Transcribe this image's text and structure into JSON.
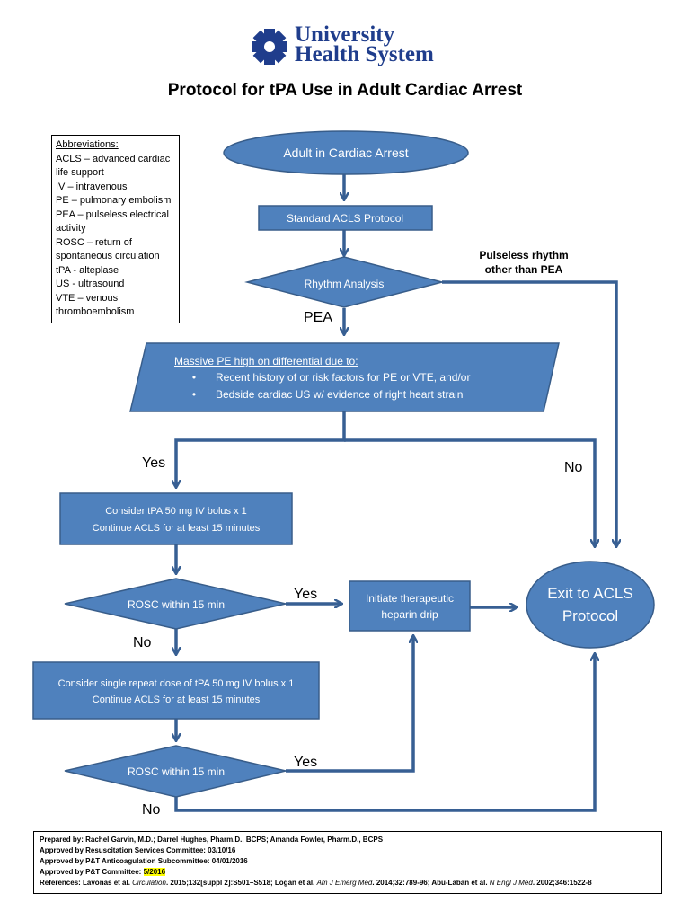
{
  "logo": {
    "line1": "University",
    "line2": "Health System",
    "color": "#1f3d8c"
  },
  "title": "Protocol for tPA Use in Adult Cardiac Arrest",
  "abbreviations": {
    "heading": "Abbreviations:",
    "items": [
      "ACLS – advanced cardiac life support",
      "IV – intravenous",
      "PE – pulmonary embolism",
      "PEA – pulseless electrical activity",
      "ROSC – return of spontaneous circulation",
      "tPA - alteplase",
      "US - ultrasound",
      "VTE – venous thromboembolism"
    ]
  },
  "colors": {
    "shape_fill": "#4f81bd",
    "shape_stroke": "#385d8a",
    "arrow": "#375f93"
  },
  "flow": {
    "start": "Adult in Cardiac Arrest",
    "acls": "Standard ACLS Protocol",
    "rhythm": "Rhythm Analysis",
    "pulseless_label_1": "Pulseless rhythm",
    "pulseless_label_2": "other than PEA",
    "pea_label": "PEA",
    "massive_pe_heading": "Massive PE high on differential due to:",
    "massive_pe_bullets": [
      "Recent history of or risk factors for PE or VTE, and/or",
      "Bedside cardiac US w/ evidence of right heart strain"
    ],
    "yes1": "Yes",
    "no1": "No",
    "tpa1_line1": "Consider tPA 50 mg IV bolus x 1",
    "tpa1_line2": "Continue ACLS for at least 15 minutes",
    "rosc1": "ROSC within 15 min",
    "yes2": "Yes",
    "no2": "No",
    "heparin_line1": "Initiate therapeutic",
    "heparin_line2": "heparin drip",
    "exit_line1": "Exit to ACLS",
    "exit_line2": "Protocol",
    "tpa2_line1": "Consider single repeat dose of tPA 50 mg IV bolus x 1",
    "tpa2_line2": "Continue ACLS for at least 15 minutes",
    "rosc2": "ROSC within 15 min",
    "yes3": "Yes",
    "no3": "No"
  },
  "footer": {
    "prepared": "Prepared by: Rachel Garvin, M.D.; Darrel Hughes, Pharm.D., BCPS; Amanda Fowler, Pharm.D., BCPS",
    "approved1": "Approved by Resuscitation Services Committee: 03/10/16",
    "approved2": "Approved by P&T Anticoagulation Subcommittee: 04/01/2016",
    "approved3_label": "Approved by P&T Committee: ",
    "approved3_date": "5/2016",
    "ref_prefix": "References: Lavonas et al. ",
    "ref_j1": "Circulation",
    "ref_mid1": ". 2015;132[suppl 2]:S501–S518; Logan et al. ",
    "ref_j2": "Am J Emerg Med",
    "ref_mid2": ". 2014;32:789-96; Abu-Laban et al. ",
    "ref_j3": "N Engl J Med",
    "ref_end": ". 2002;346:1522-8"
  }
}
